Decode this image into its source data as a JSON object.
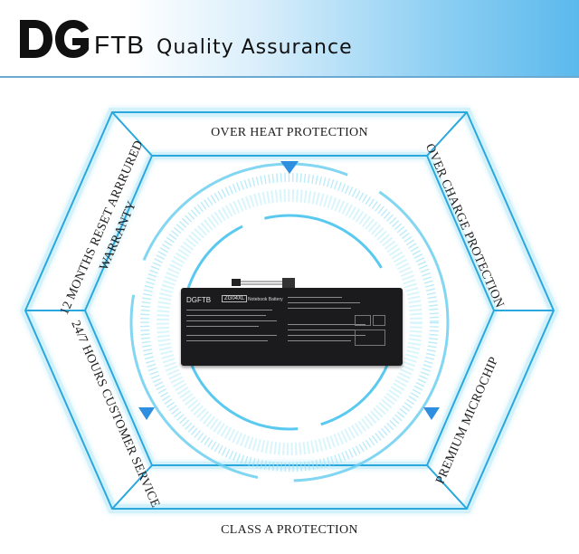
{
  "header": {
    "brand_mark": "DG",
    "brand_suffix": "FTB",
    "tagline": "Quality Assurance"
  },
  "features": {
    "top": "OVER HEAT PROTECTION",
    "top_right": "OVER CHARGE PROTECTION",
    "bottom_right": "PREMIUM MICROCHIP",
    "bottom": "CLASS A PROTECTION",
    "bottom_left": "24/7 HOURS CUSTOMER SERVICE",
    "top_left_line1": "12 MONTHS RESET ARRRURED",
    "top_left_line2": "WARRANTY"
  },
  "product": {
    "brand": "DGFTB",
    "model": "ZG04XL",
    "type": "Notebook Battery"
  },
  "colors": {
    "accent": "#2e8fe0",
    "glow": "#9fe3f7",
    "frame": "#bfeefa"
  }
}
